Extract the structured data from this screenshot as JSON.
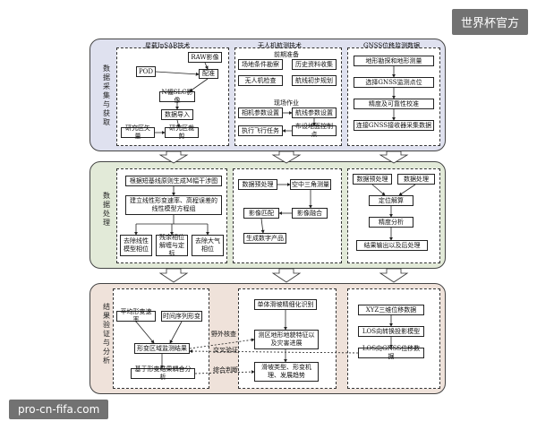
{
  "watermarks": {
    "top_right": "世界杯官方",
    "bottom_left": "pro-cn-fifa.com"
  },
  "phase1": {
    "label": "数据采集与获取",
    "insar": {
      "title": "星载InSAR技术",
      "raw": "RAW影像",
      "pod": "POD",
      "peihua": "配准",
      "slc": "N幅SLC影像",
      "import": "数据导入",
      "region": "研究区矢量",
      "crop": "研究区裁剪"
    },
    "uav": {
      "title": "无人机航测技术",
      "prep": "前期准备",
      "survey": "场地条件勘察",
      "history": "历史资料收集",
      "check": "无人机检查",
      "plan": "航线初步规划",
      "field": "现场作业",
      "cam": "相机参数设置",
      "route": "航线参数设置",
      "exec": "执行飞行任务",
      "gcp": "布设地面控制点"
    },
    "gnss": {
      "title": "GNSS位移监测数据",
      "terrain": "地形勘探和地形测量",
      "select": "选择GNSS监测点位",
      "accuracy": "精度及可靠性校准",
      "collect": "连接GNSS接收器采集数据"
    }
  },
  "phase2": {
    "label": "数据处理",
    "insar": {
      "interfero": "根据短基线原则生成M幅干涉图",
      "model": "建立线性形变速率、高程误差的线性模型方程组",
      "linear": "去除线性模型相位",
      "residual": "残余相位解缠与定标",
      "atmo": "去除大气相位"
    },
    "uav": {
      "pre": "数据预处理",
      "aerial": "空中三角测量",
      "match": "影像匹配",
      "fusion": "影像融合",
      "product": "生成数字产品"
    },
    "gnss": {
      "pre": "数据预处理",
      "proc": "数据处理",
      "solve": "定位解算",
      "precision": "精度分析",
      "output": "结果输出以及后处理"
    }
  },
  "phase3": {
    "label": "结果验证与分析",
    "left": {
      "avg": "平均形变速率",
      "ts": "时间序列形变",
      "deform": "形变区域监测结果",
      "coupling": "基于形变结果耦合分析"
    },
    "mid": {
      "identify": "单体滑坡精细化识别",
      "measure": "测区地形地貌特征以及灾害进展",
      "type": "滑坡类型、形变机理、发展趋势"
    },
    "right": {
      "xyz": "XYZ三维位移数据",
      "los_conv": "LOS向转换投影模型",
      "los_data": "LOS向GNSS位移数据"
    },
    "labels": {
      "field": "野外核查",
      "cross": "交叉验证",
      "combined": "综合判断"
    }
  }
}
